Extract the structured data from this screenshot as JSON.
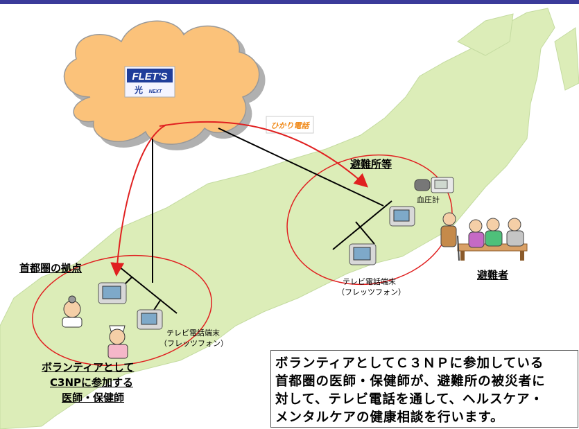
{
  "cloud": {
    "logo_main": "FLET'S",
    "logo_sub_kanji": "光",
    "logo_sub": "NEXT"
  },
  "hikari_denwa_label": "ひかり電話",
  "shelter": {
    "title": "避難所等",
    "device_label": "血圧計",
    "terminal_label_1": "テレビ電話端末",
    "terminal_label_2": "（フレッツフォン）",
    "people_label": "避難者"
  },
  "hub": {
    "title": "首都圏の拠点",
    "terminal_label_1": "テレビ電話端末",
    "terminal_label_2": "（フレッツフォン）"
  },
  "volunteer": {
    "line1": "ボランティアとして",
    "line2": "C3NPに参加する",
    "line3": "医師・保健師"
  },
  "note": {
    "line1": "ボランティアとしてＣ３ＮＰに参加している",
    "line2": "首都圏の医師・保健師が、避難所の被災者に",
    "line3": "対して、テレビ電話を通して、ヘルスケア・",
    "line4": "メンタルケアの健康相談を行います。"
  },
  "colors": {
    "header": "#3b3b9a",
    "map_fill": "#dcedb8",
    "cloud_fill": "#fbc27a",
    "arrow": "#e02020",
    "ellipse": "#e02020"
  }
}
